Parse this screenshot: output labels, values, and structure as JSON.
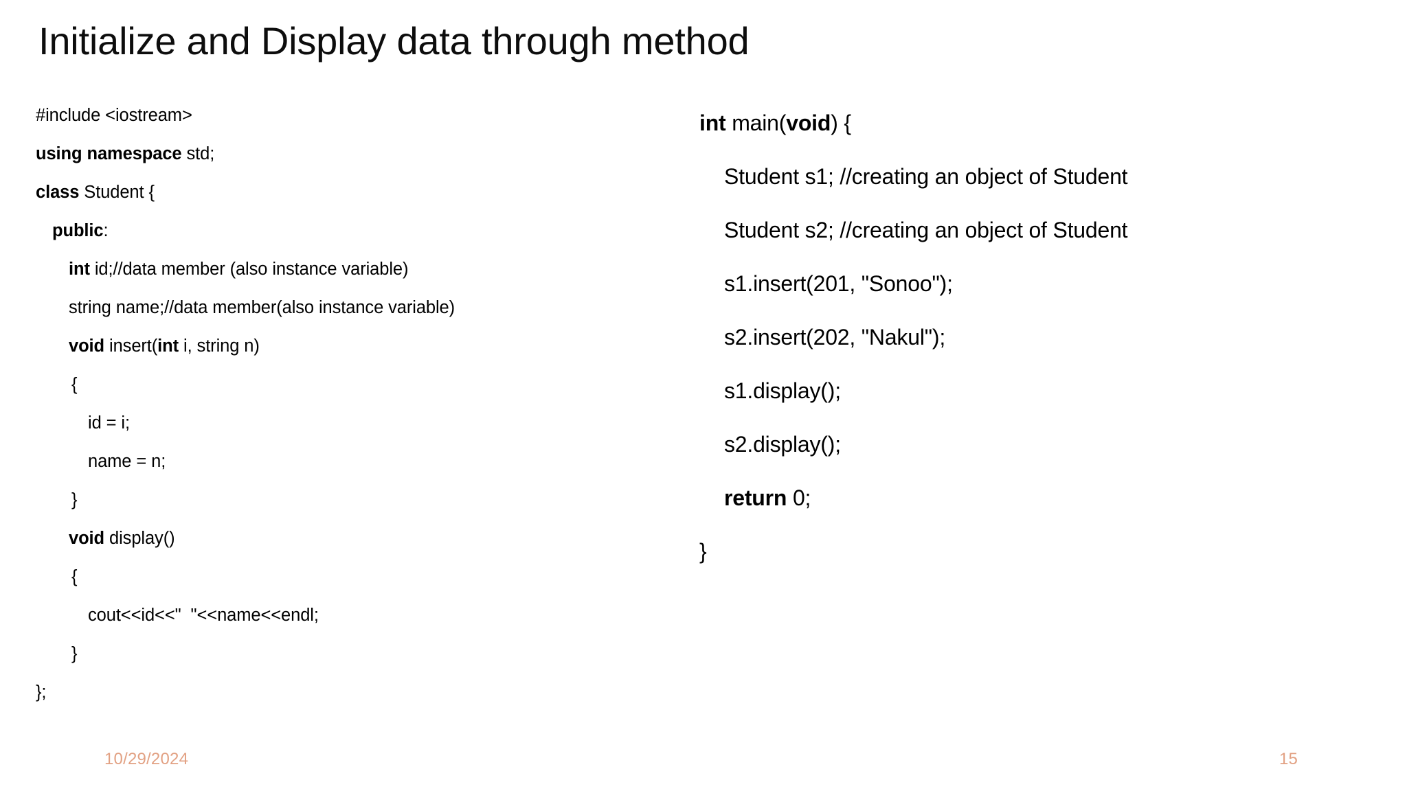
{
  "slide": {
    "title": "Initialize and Display data through method",
    "background_color": "#FFFFFF",
    "text_color": "#000000",
    "footer_color": "#E2A183"
  },
  "left_code": {
    "lines": [
      {
        "indent": 0,
        "segments": [
          {
            "text": "#include <iostream>",
            "bold": false
          }
        ]
      },
      {
        "indent": 0,
        "segments": [
          {
            "text": "using namespace",
            "bold": true
          },
          {
            "text": " std;",
            "bold": false
          }
        ]
      },
      {
        "indent": 0,
        "segments": [
          {
            "text": "class",
            "bold": true
          },
          {
            "text": " Student {",
            "bold": false
          }
        ]
      },
      {
        "indent": 1,
        "segments": [
          {
            "text": "public",
            "bold": true
          },
          {
            "text": ":",
            "bold": false
          }
        ]
      },
      {
        "indent": 2,
        "segments": [
          {
            "text": "int",
            "bold": true
          },
          {
            "text": " id;//data member (also instance variable)",
            "bold": false
          }
        ]
      },
      {
        "indent": 2,
        "segments": [
          {
            "text": "string name;//data member(also instance variable)",
            "bold": false
          }
        ]
      },
      {
        "indent": 2,
        "segments": [
          {
            "text": "void",
            "bold": true
          },
          {
            "text": " insert(",
            "bold": false
          },
          {
            "text": "int",
            "bold": true
          },
          {
            "text": " i, string n)",
            "bold": false
          }
        ]
      },
      {
        "indent": 3,
        "segments": [
          {
            "text": "{",
            "bold": false
          }
        ]
      },
      {
        "indent": 4,
        "segments": [
          {
            "text": "id = i;",
            "bold": false
          }
        ]
      },
      {
        "indent": 4,
        "segments": [
          {
            "text": "name = n;",
            "bold": false
          }
        ]
      },
      {
        "indent": 3,
        "segments": [
          {
            "text": "}",
            "bold": false
          }
        ]
      },
      {
        "indent": 2,
        "segments": [
          {
            "text": "void",
            "bold": true
          },
          {
            "text": " display()",
            "bold": false
          }
        ]
      },
      {
        "indent": 3,
        "segments": [
          {
            "text": "{",
            "bold": false
          }
        ]
      },
      {
        "indent": 4,
        "segments": [
          {
            "text": "cout<<id<<\"  \"<<name<<endl;",
            "bold": false
          }
        ]
      },
      {
        "indent": 3,
        "segments": [
          {
            "text": "}",
            "bold": false
          }
        ]
      },
      {
        "indent": 0,
        "segments": [
          {
            "text": "};",
            "bold": false
          }
        ]
      }
    ]
  },
  "right_code": {
    "lines": [
      {
        "indent": 0,
        "segments": [
          {
            "text": "int",
            "bold": true
          },
          {
            "text": " main(",
            "bold": false
          },
          {
            "text": "void",
            "bold": true
          },
          {
            "text": ") {",
            "bold": false
          }
        ]
      },
      {
        "indent": 1,
        "segments": [
          {
            "text": "Student s1; //creating an object of Student",
            "bold": false
          }
        ]
      },
      {
        "indent": 1,
        "segments": [
          {
            "text": "Student s2; //creating an object of Student",
            "bold": false
          }
        ]
      },
      {
        "indent": 1,
        "segments": [
          {
            "text": "s1.insert(201, \"Sonoo\");",
            "bold": false
          }
        ]
      },
      {
        "indent": 1,
        "segments": [
          {
            "text": "s2.insert(202, \"Nakul\");",
            "bold": false
          }
        ]
      },
      {
        "indent": 1,
        "segments": [
          {
            "text": "s1.display();",
            "bold": false
          }
        ]
      },
      {
        "indent": 1,
        "segments": [
          {
            "text": "s2.display();",
            "bold": false
          }
        ]
      },
      {
        "indent": 1,
        "segments": [
          {
            "text": "return",
            "bold": true
          },
          {
            "text": " 0;",
            "bold": false
          }
        ]
      },
      {
        "indent": 0,
        "segments": [
          {
            "text": "}",
            "bold": false
          }
        ]
      }
    ]
  },
  "footer": {
    "date": "10/29/2024",
    "page_number": "15"
  }
}
